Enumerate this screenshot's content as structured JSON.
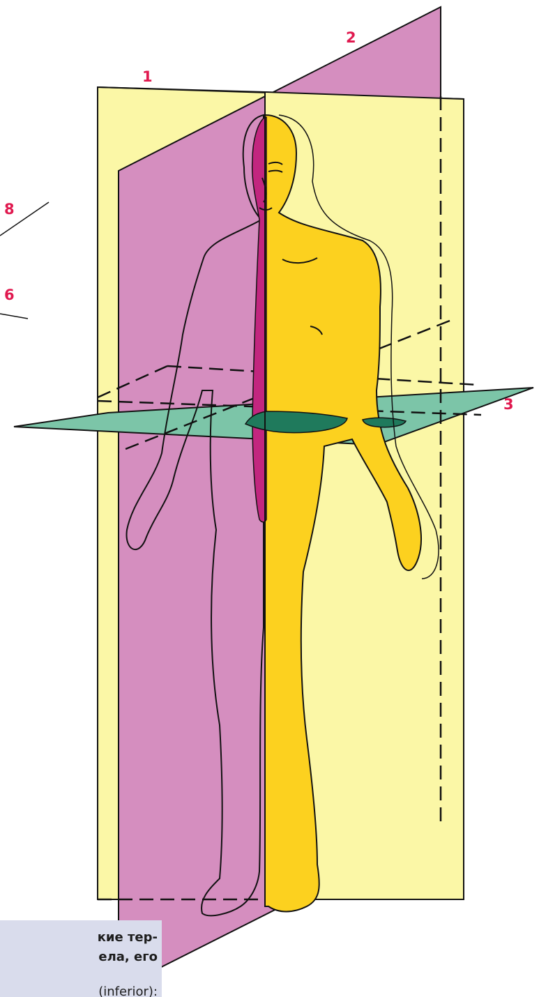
{
  "labels": {
    "plane_1": "1",
    "plane_2": "2",
    "plane_3": "3",
    "mark_8": "8",
    "mark_6": "6"
  },
  "caption": {
    "line_1": "кие тер-",
    "line_2": "ела, его",
    "line_3": "(inferior):"
  },
  "colors": {
    "frontal_plane": "#fbf7a6",
    "sagittal_plane": "#d58ebf",
    "horizontal_plane": "#7cc5a8",
    "body_right_half": "#fcd11f",
    "body_left_cut": "#c2267f",
    "section_fill": "#1f7a5c",
    "label_color": "#e0194f",
    "caption_bg": "#d9dcec"
  }
}
